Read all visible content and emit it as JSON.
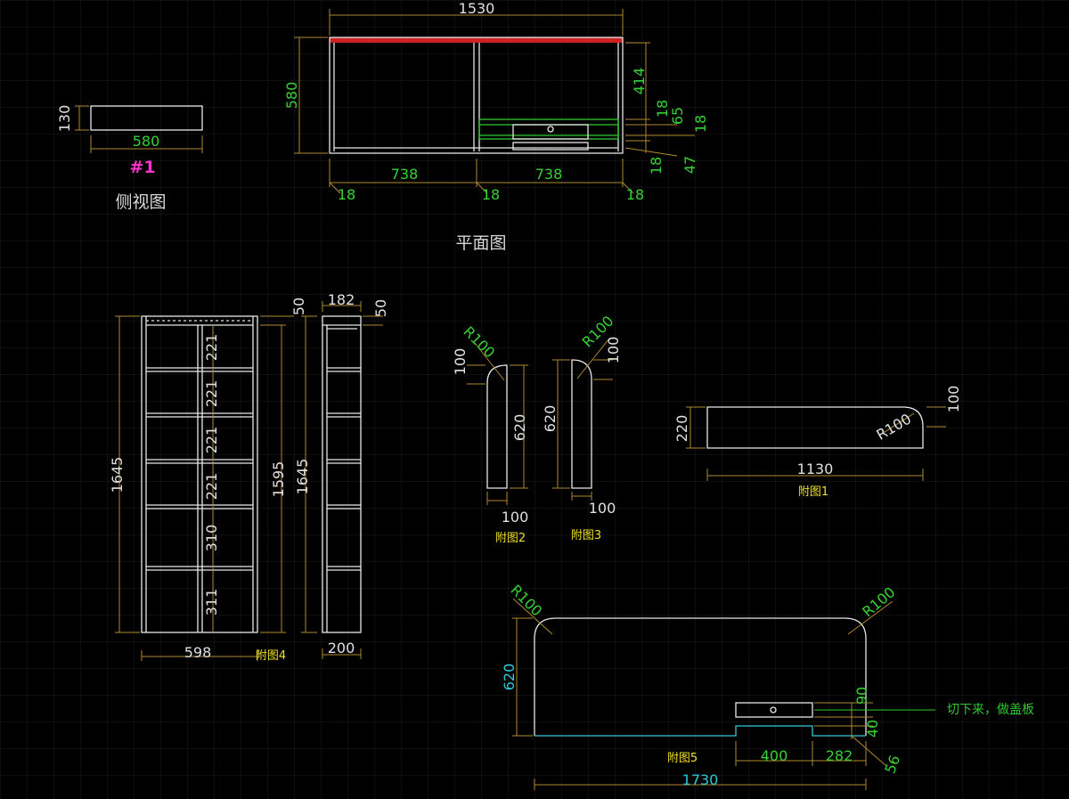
{
  "colors": {
    "background": "#000000",
    "grid": "#1c1c1c",
    "outline": "#e8e8e8",
    "dimension_line": "#b08a2e",
    "dimension_text": "#34d234",
    "dimension_text_alt": "#30c8d8",
    "label": "#f0e020",
    "marker": "#ff33cc",
    "top_edge": "#cc2222"
  },
  "views": {
    "side_view": {
      "title": "侧视图",
      "marker": "#1",
      "dims": {
        "height": "130",
        "width": "580"
      }
    },
    "plan_view": {
      "title": "平面图",
      "dims": {
        "total_width": "1530",
        "depth": "580",
        "right_upper": "414",
        "d18a": "18",
        "d65": "65",
        "d18b": "18",
        "d18c": "18",
        "d47": "47",
        "left_bay": "738",
        "right_bay": "738",
        "panel_left": "18",
        "panel_mid": "18",
        "panel_right": "18"
      }
    },
    "fig4": {
      "label": "附图4",
      "dims": {
        "height": "1645",
        "inner_height": "1595",
        "side_height": "1645",
        "width": "598",
        "side_width": "200",
        "side_top": "182",
        "top_left": "50",
        "top_right": "50",
        "shelves": [
          "221",
          "221",
          "221",
          "221",
          "310",
          "311"
        ]
      }
    },
    "fig2": {
      "label": "附图2",
      "dims": {
        "radius": "R100",
        "top": "100",
        "height": "620",
        "width": "100"
      }
    },
    "fig3": {
      "label": "附图3",
      "dims": {
        "radius": "R100",
        "top": "100",
        "height": "620",
        "width": "100"
      }
    },
    "fig1": {
      "label": "附图1",
      "dims": {
        "height": "220",
        "width": "1130",
        "radius": "R100",
        "corner": "100"
      }
    },
    "fig5": {
      "label": "附图5",
      "dims": {
        "radius_left": "R100",
        "radius_right": "R100",
        "height": "620",
        "total_width": "1730",
        "cut_width": "400",
        "right_offset": "282",
        "d90": "90",
        "d40": "40",
        "d56": "56"
      },
      "note": "切下来，做盖板"
    }
  }
}
